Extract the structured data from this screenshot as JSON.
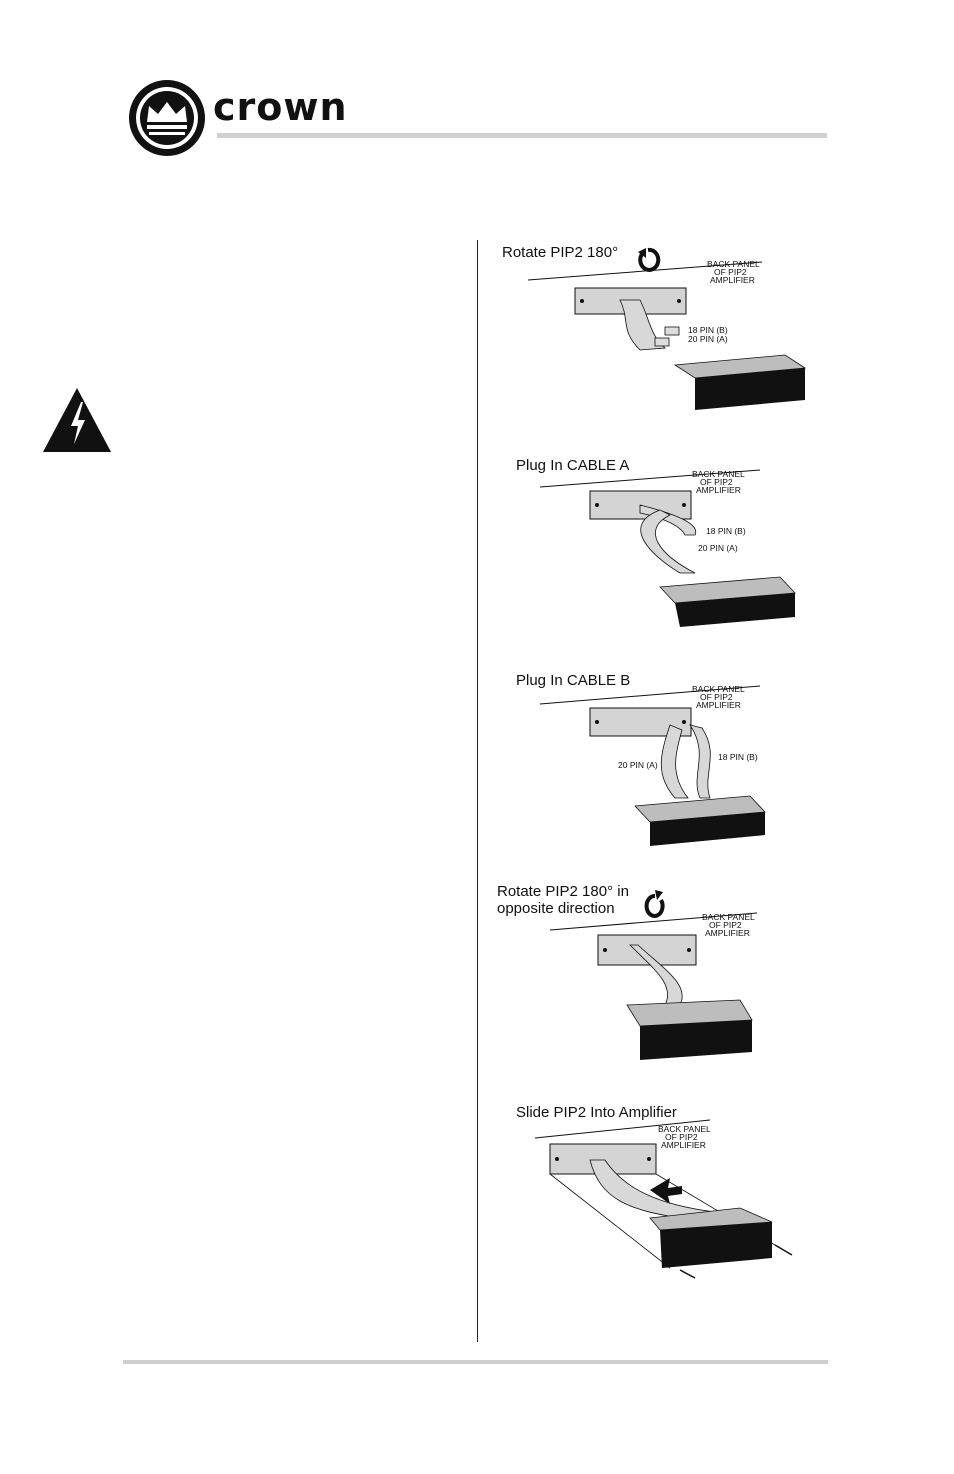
{
  "header": {
    "brand": "crown"
  },
  "steps": [
    {
      "title": "Rotate PIP2 180°",
      "panel_label": [
        "BACK PANEL",
        "OF PIP2",
        "AMPLIFIER"
      ],
      "pin_b": "18 PIN (B)",
      "pin_a": "20 PIN (A)",
      "rotate_icon": "rotate-clockwise-icon"
    },
    {
      "title": "Plug In CABLE A",
      "panel_label": [
        "BACK PANEL",
        "OF PIP2",
        "AMPLIFIER"
      ],
      "pin_b": "18 PIN (B)",
      "pin_a": "20 PIN (A)"
    },
    {
      "title": "Plug In CABLE B",
      "panel_label": [
        "BACK PANEL",
        "OF PIP2",
        "AMPLIFIER"
      ],
      "pin_b": "18 PIN (B)",
      "pin_a": "20 PIN (A)"
    },
    {
      "title_line1": "Rotate PIP2 180° in",
      "title_line2": "opposite direction",
      "panel_label": [
        "BACK PANEL",
        "OF PIP2",
        "AMPLIFIER"
      ],
      "rotate_icon": "rotate-counterclockwise-icon"
    },
    {
      "title": "Slide PIP2 Into Amplifier",
      "panel_label": [
        "BACK PANEL",
        "OF PIP2",
        "AMPLIFIER"
      ]
    }
  ],
  "colors": {
    "rule": "#d0d0d0",
    "ink": "#111111",
    "panel": "#cfcfcf"
  }
}
